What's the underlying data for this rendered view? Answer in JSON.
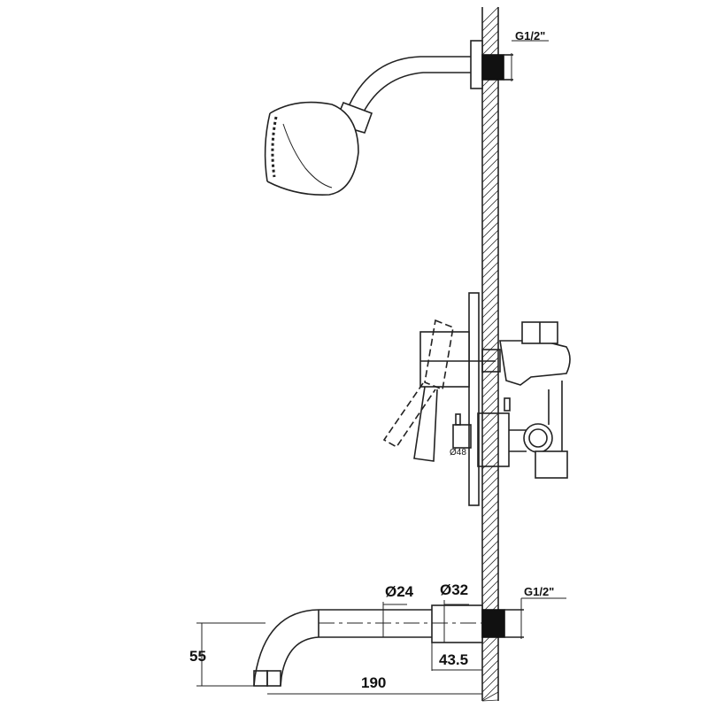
{
  "labels": {
    "top_thread": "G1/2\"",
    "bottom_thread": "G1/2\"",
    "pipe_diameter": "Ø24",
    "escutcheon_diameter": "Ø32",
    "spout_height": "55",
    "escutcheon_depth": "43.5",
    "spout_length": "190",
    "cartridge_diameter": "Ø48"
  },
  "colors": {
    "line": "#222222",
    "plug": "#111111"
  }
}
